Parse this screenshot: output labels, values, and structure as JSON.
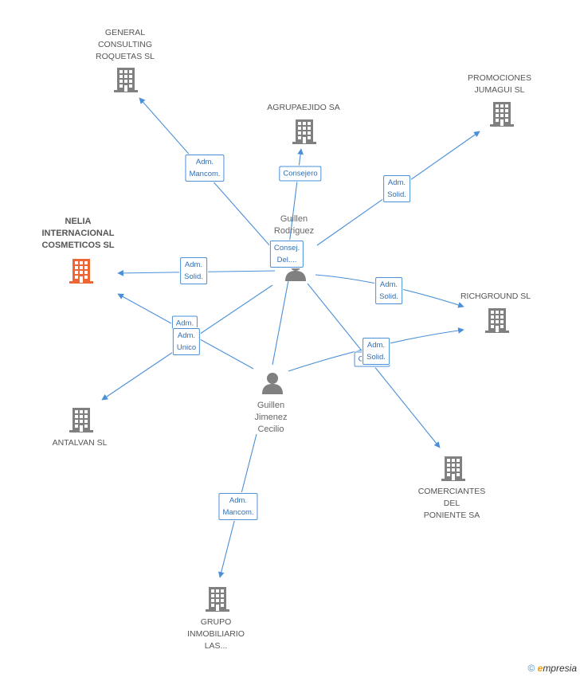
{
  "colors": {
    "company": "#808080",
    "focus": "#ee6633",
    "person": "#808080",
    "edge": "#4a8fd8"
  },
  "nodes": {
    "general_consulting": "GENERAL\nCONSULTING\nROQUETAS SL",
    "agrupaejido": "AGRUPAEJIDO SA",
    "promociones_jumagui": "PROMOCIONES\nJUMAGUI SL",
    "nelia": "NELIA\nINTERNACIONAL\nCOSMETICOS SL",
    "richground": "RICHGROUND SL",
    "antalvan": "ANTALVAN SL",
    "comerciantes": "COMERCIANTES\nDEL\nPONIENTE SA",
    "grupo_inmobiliario": "GRUPO\nINMOBILIARIO\nLAS...",
    "guillen_rodriguez": "Guillen\nRodriguez",
    "guillen_jimenez": "Guillen\nJimenez\nCecilio"
  },
  "edges": {
    "adm_mancom_general": "Adm.\nMancom.",
    "consejero": "Consejero",
    "adm_solid_promociones": "Adm.\nSolid.",
    "consej_del": "Consej.\nDel....",
    "adm_solid_nelia": "Adm.\nSolid.",
    "adm_solid_richground": "Adm.\nSolid.",
    "adm_a": "Adm.",
    "adm_unico": "Adm.\nUnico",
    "adm_solid_comerciantes": "Adm.\nSolid.",
    "adm_c": "C",
    "adm_mancom_grupo": "Adm.\nMancom."
  },
  "footer": {
    "copyright": "©",
    "brand_e": "e",
    "brand_rest": "mpresia"
  }
}
